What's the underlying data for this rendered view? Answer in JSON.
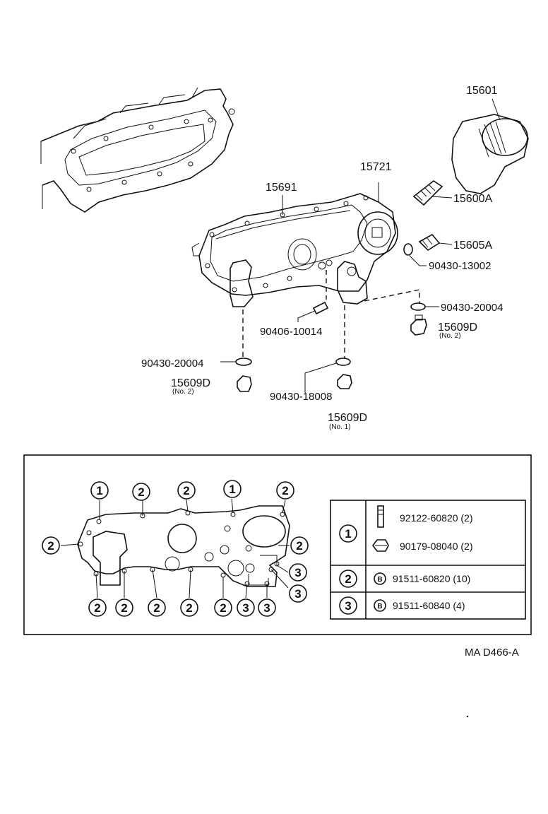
{
  "parts": {
    "p15601": "15601",
    "p15721": "15721",
    "p15691": "15691",
    "p15600A": "15600A",
    "p15605A": "15605A",
    "p90430_13002": "90430-13002",
    "p90430_20004_right": "90430-20004",
    "p15609D_right": "15609D",
    "p15609D_right_sub": "(No. 2)",
    "p90406_10014": "90406-10014",
    "p90430_20004_left": "90430-20004",
    "p15609D_left": "15609D",
    "p15609D_left_sub": "(No. 2)",
    "p90430_18008": "90430-18008",
    "p15609D_center": "15609D",
    "p15609D_center_sub": "(No. 1)"
  },
  "bolt_diagram": {
    "top_markers": [
      "1",
      "2",
      "2",
      "1",
      "2"
    ],
    "left_markers": [
      "2"
    ],
    "right_markers": [
      "2",
      "3",
      "3"
    ],
    "bottom_markers": [
      "2",
      "2",
      "2",
      "2",
      "2",
      "3",
      "3"
    ]
  },
  "legend_table": {
    "rows": [
      {
        "key": "1",
        "items": [
          {
            "icon": "bolt-icon",
            "text": "92122-60820 (2)"
          },
          {
            "icon": "nut-icon",
            "text": "90179-08040 (2)"
          }
        ]
      },
      {
        "key": "2",
        "items": [
          {
            "icon": "b-bolt-icon",
            "mark": "B",
            "text": "91511-60820 (10)"
          }
        ]
      },
      {
        "key": "3",
        "items": [
          {
            "icon": "b-bolt-icon",
            "mark": "B",
            "text": "91511-60840 (4)"
          }
        ]
      }
    ]
  },
  "reference": "MA  D466-A"
}
